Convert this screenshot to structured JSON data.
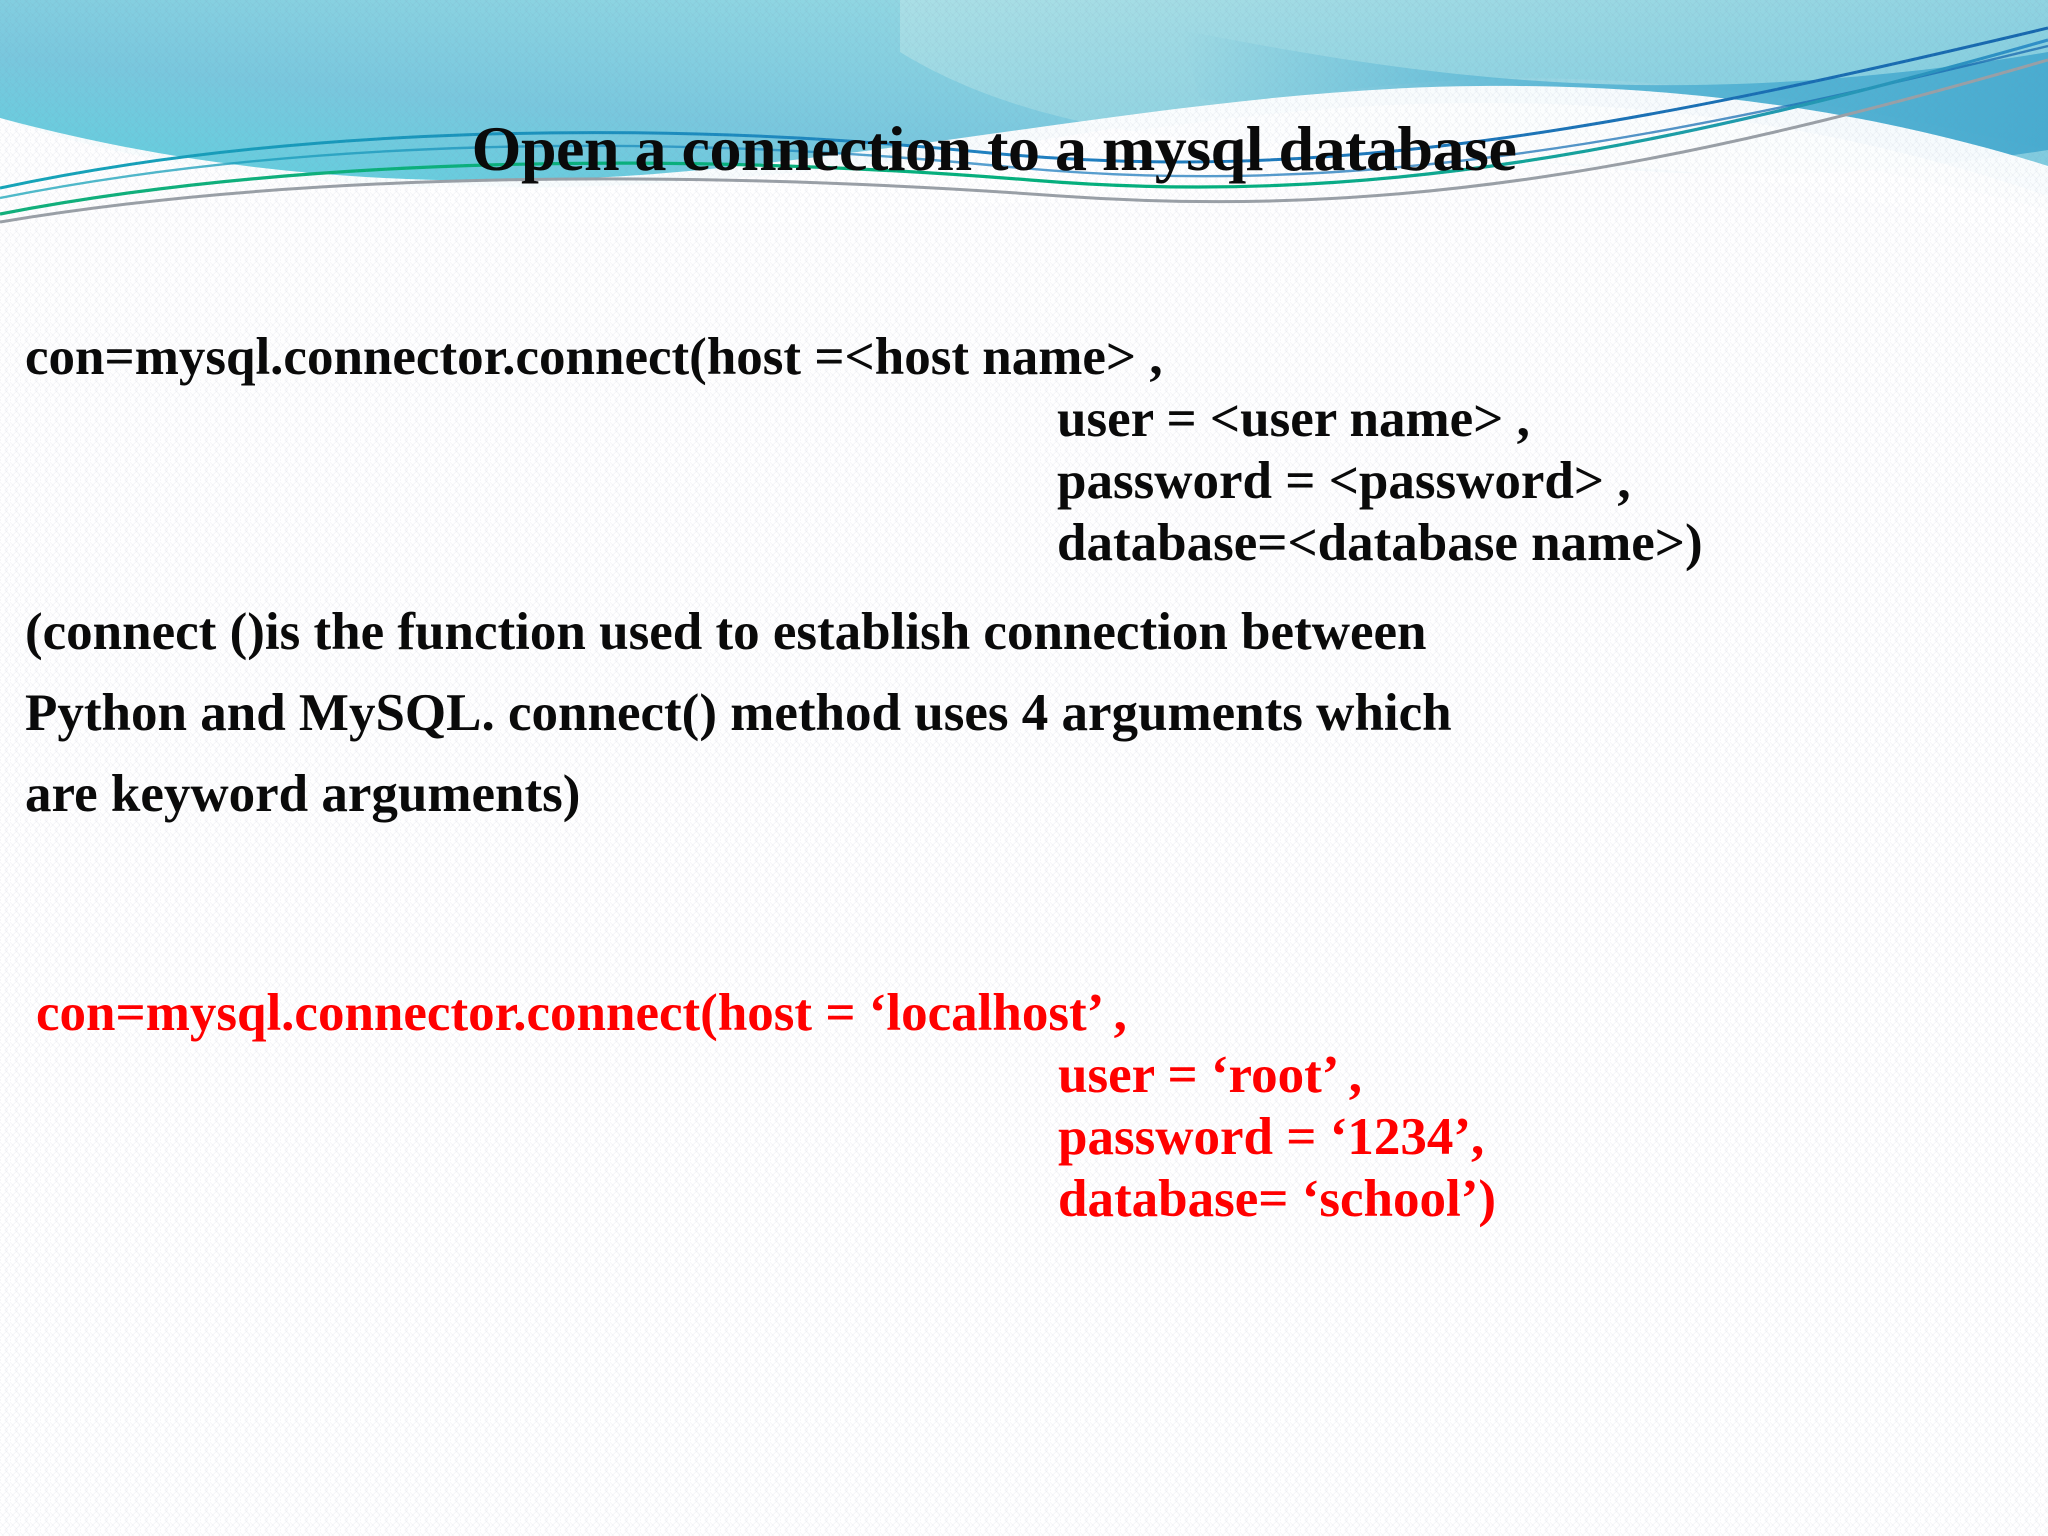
{
  "slide": {
    "title": "Open a connection to a mysql database",
    "background": {
      "type": "decorative-wave-banner",
      "page_color": "#F4F4F7",
      "accent_colors": [
        "#7EC7DD",
        "#4FB3D4",
        "#A9DEE5",
        "#00A86B",
        "#9AA0A6",
        "#1F6FB2"
      ]
    },
    "syntax_block": {
      "color": "#0A0A0A",
      "lines": [
        {
          "text": "con=mysql.connector.connect(host =<host name> ,",
          "indent": false
        },
        {
          "text": "user = <user name> ,",
          "indent": true
        },
        {
          "text": "password = <password> ,",
          "indent": true
        },
        {
          "text": "database=<database name>)",
          "indent": true
        }
      ]
    },
    "explanation": {
      "color": "#0A0A0A",
      "lines": [
        "(connect ()is the function used to establish connection between",
        "Python and MySQL. connect() method uses 4 arguments which",
        "are keyword arguments)"
      ]
    },
    "example_block": {
      "color": "#FF0000",
      "lines": [
        {
          "text": "con=mysql.connector.connect(host = ‘localhost’ ,",
          "indent": false
        },
        {
          "text": "user = ‘root’ ,",
          "indent": true
        },
        {
          "text": "password = ‘1234’,",
          "indent": true
        },
        {
          "text": "database= ‘school’)",
          "indent": true
        }
      ]
    }
  }
}
